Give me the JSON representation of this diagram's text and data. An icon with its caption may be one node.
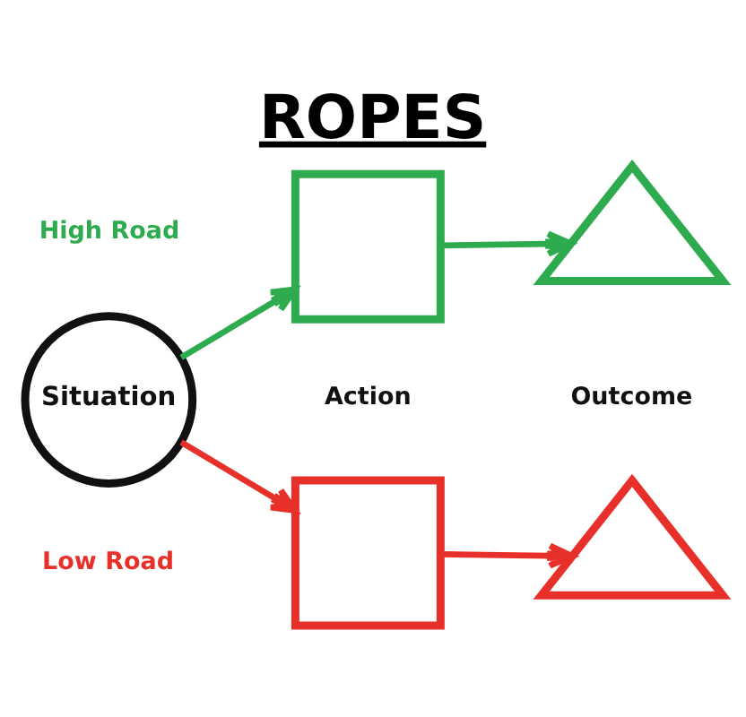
{
  "diagram": {
    "title": "ROPES",
    "nodes": [
      {
        "text": [
          "Situation"
        ]
      },
      {
        "text": [],
        "shape": "box"
      },
      {
        "text": [],
        "shape": "triangle"
      },
      {
        "text": [],
        "shape": "box"
      },
      {
        "text": [],
        "shape": "triangle"
      }
    ],
    "edges": [
      {
        "from": 0,
        "to": 1,
        "arrow": "to",
        "color": "#2eaa4f"
      },
      {
        "from": 1,
        "to": 2,
        "arrow": "to",
        "color": "#2eaa4f"
      },
      {
        "from": 0,
        "to": 3,
        "arrow": "to",
        "color": "#e8302a"
      },
      {
        "from": 3,
        "to": 4,
        "arrow": "to",
        "color": "#e8302a"
      }
    ],
    "labels": [
      "High Road",
      "Action",
      "Outcome",
      "Low Road"
    ]
  }
}
